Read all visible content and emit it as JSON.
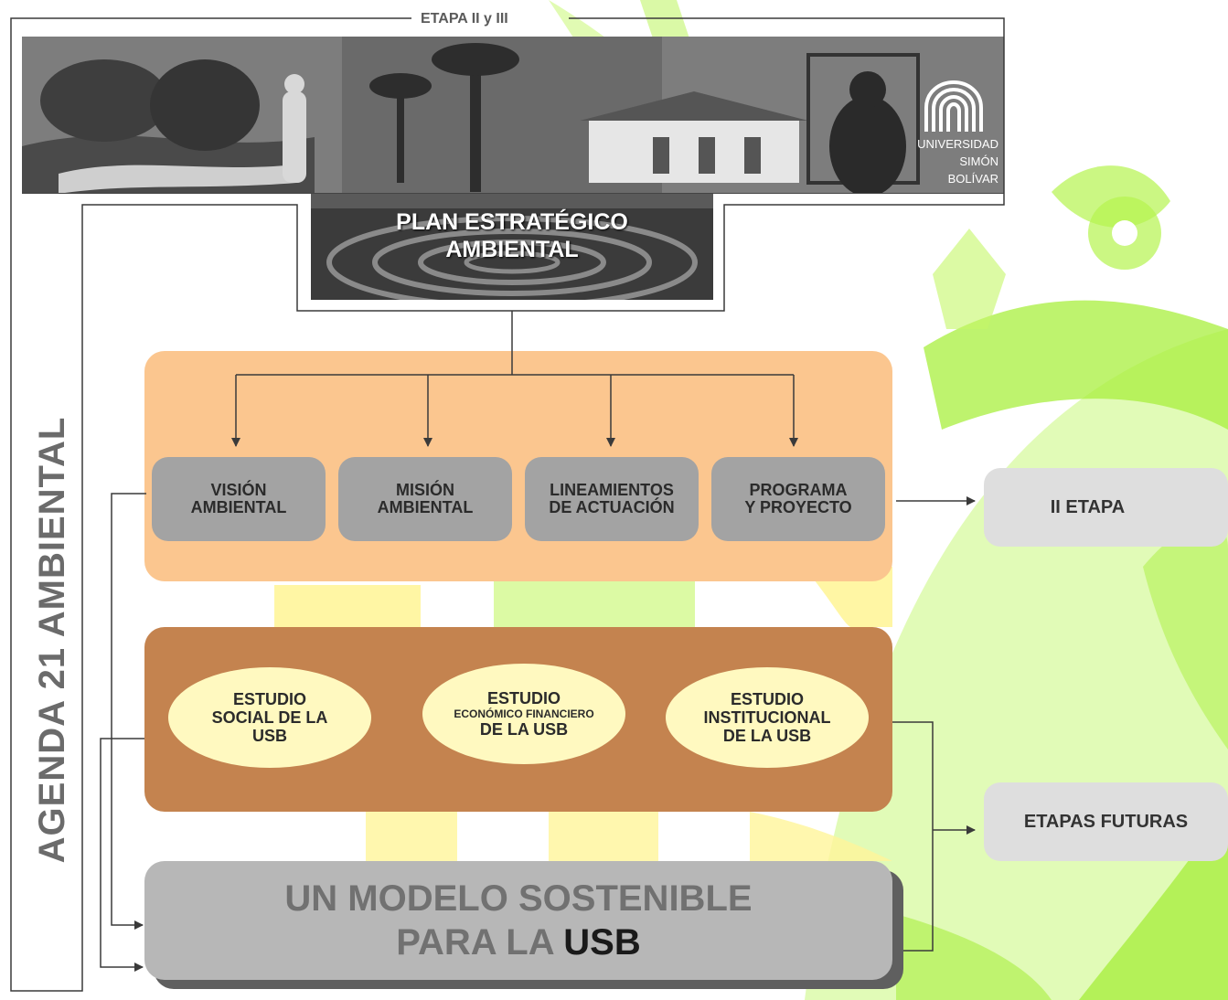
{
  "stage_label": "ETAPA II y III",
  "plan_title": [
    "PLAN ESTRATÉGICO",
    "AMBIENTAL"
  ],
  "university": [
    "UNIVERSIDAD",
    "SIMÓN",
    "BOLÍVAR"
  ],
  "side_vertical_label": "AGENDA 21 AMBIENTAL",
  "pillars": [
    {
      "line1": "VISIÓN",
      "line2": "AMBIENTAL"
    },
    {
      "line1": "MISIÓN",
      "line2": "AMBIENTAL"
    },
    {
      "line1": "LINEAMIENTOS",
      "line2": "DE ACTUACIÓN"
    },
    {
      "line1": "PROGRAMA",
      "line2": "Y PROYECTO"
    }
  ],
  "studies": [
    {
      "line1": "ESTUDIO",
      "line2": "SOCIAL DE LA",
      "line3": "USB"
    },
    {
      "line1": "ESTUDIO",
      "line2": "ECONÓMICO FINANCIERO",
      "line3": "DE LA USB"
    },
    {
      "line1": "ESTUDIO",
      "line2": "INSTITUCIONAL",
      "line3": "DE LA USB"
    }
  ],
  "outcomes": {
    "second_stage": "II ETAPA",
    "future_stages": "ETAPAS FUTURAS"
  },
  "model": {
    "line1": "UN MODELO SOSTENIBLE",
    "line2_prefix": "PARA LA ",
    "line2_strong": "USB"
  },
  "colors": {
    "background_green": "#b8f55a",
    "background_yellow": "#fff59a",
    "orange_panel": "#fbc68f",
    "brown_panel": "#c4834f",
    "pillar_box": "#a3a3a3",
    "study_ellipse": "#fff9c0",
    "model_box": "#b7b7b7"
  }
}
